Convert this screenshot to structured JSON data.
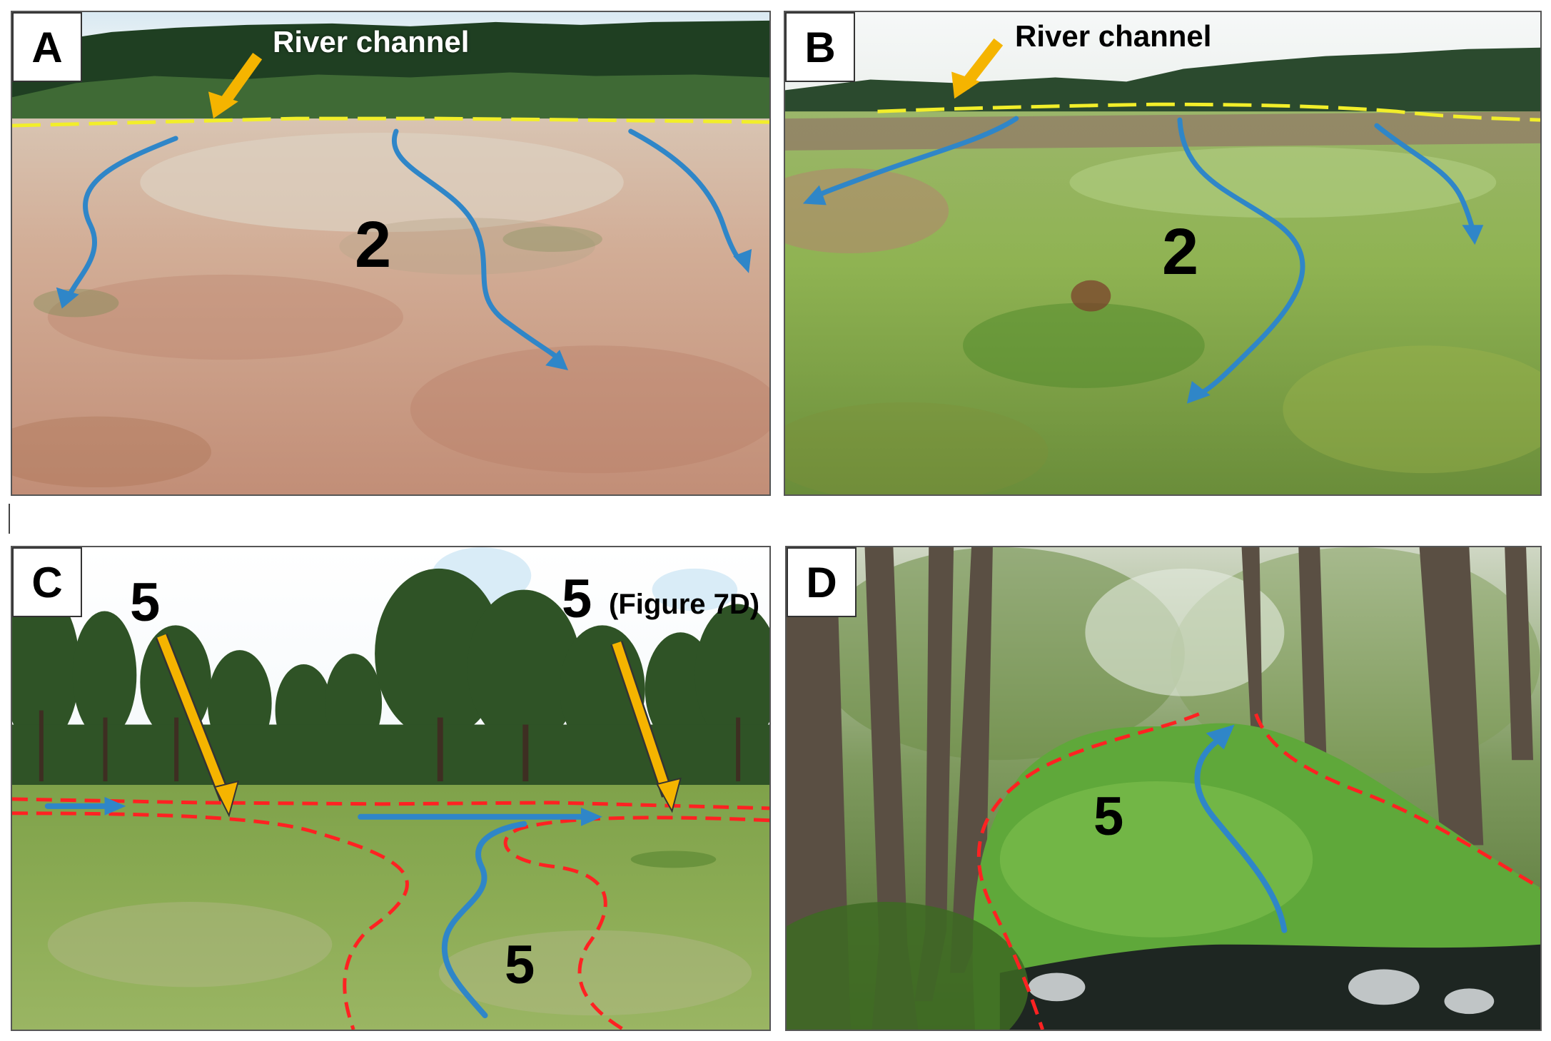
{
  "panels": {
    "a": {
      "letter": "A",
      "caption": "River channel",
      "unit_label": "2"
    },
    "b": {
      "letter": "B",
      "caption": "River channel",
      "unit_label": "2"
    },
    "c": {
      "letter": "C",
      "label_left": "5",
      "label_right": "5",
      "label_right_note": "(Figure 7D)",
      "unit_label": "5"
    },
    "d": {
      "letter": "D",
      "unit_label": "5"
    }
  },
  "colors": {
    "flow_arrow": "#2f86c8",
    "pointer_arrow": "#f5b400",
    "channel_line": "#f2ee2a",
    "boundary_line": "#ff2222"
  }
}
